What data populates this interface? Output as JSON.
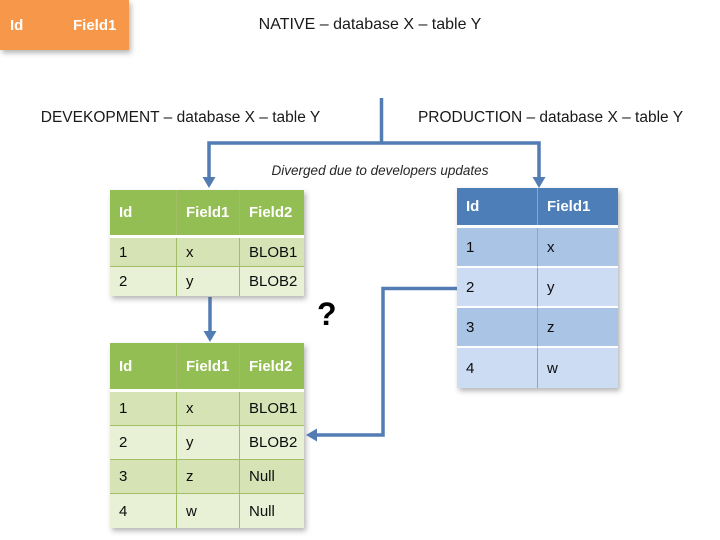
{
  "labels": {
    "native": "NATIVE – database X – table Y",
    "development": "DEVEKOPMENT – database X – table Y",
    "production": "PRODUCTION – database X – table Y",
    "diverged_note": "Diverged due to developers updates",
    "question_mark": "?"
  },
  "native_table": {
    "headers": [
      "Id",
      "Field1"
    ]
  },
  "development_table_current": {
    "headers": [
      "Id",
      "Field1",
      "Field2"
    ],
    "rows": [
      [
        "1",
        "x",
        "BLOB1"
      ],
      [
        "2",
        "y",
        "BLOB2"
      ]
    ]
  },
  "development_table_updated": {
    "headers": [
      "Id",
      "Field1",
      "Field2"
    ],
    "rows": [
      [
        "1",
        "x",
        "BLOB1"
      ],
      [
        "2",
        "y",
        "BLOB2"
      ],
      [
        "3",
        "z",
        "Null"
      ],
      [
        "4",
        "w",
        "Null"
      ]
    ]
  },
  "production_table": {
    "headers": [
      "Id",
      "Field1"
    ],
    "rows": [
      [
        "1",
        "x"
      ],
      [
        "2",
        "y"
      ],
      [
        "3",
        "z"
      ],
      [
        "4",
        "w"
      ]
    ]
  },
  "colors": {
    "native_header": "#F79749",
    "green_header": "#93BE53",
    "green_row_odd": "#D5E3B5",
    "green_row_even": "#E8F1D6",
    "blue_header": "#4E7EB8",
    "blue_row_odd": "#A9C4E4",
    "blue_row_even": "#CBDCF3",
    "connector": "#527DB4"
  }
}
